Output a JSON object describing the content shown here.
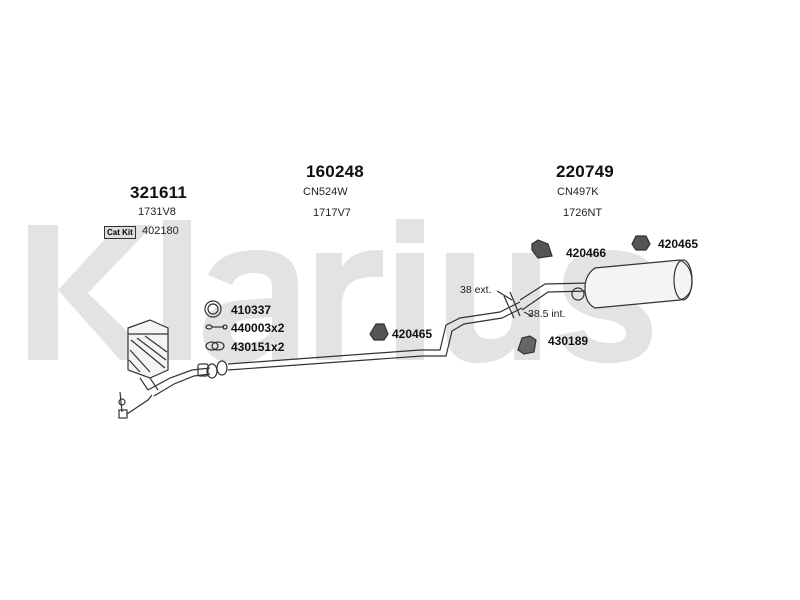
{
  "brand": {
    "watermark": "Klarius"
  },
  "assemblies": [
    {
      "part_number": "321611",
      "oem_code": "1731V8",
      "cat_kit_label": "Cat Kit",
      "cat_kit_number": "402180"
    },
    {
      "part_number": "160248",
      "oem_code_1": "CN524W",
      "oem_code_2": "1717V7"
    },
    {
      "part_number": "220749",
      "oem_code_1": "CN497K",
      "oem_code_2": "1726NT"
    }
  ],
  "fittings": [
    {
      "ref": "410337"
    },
    {
      "ref": "440003x2"
    },
    {
      "ref": "430151x2"
    },
    {
      "ref": "420465"
    },
    {
      "ref": "420466"
    },
    {
      "ref": "420465"
    },
    {
      "ref": "430189"
    }
  ],
  "dimensions": {
    "ext": "38 ext.",
    "int": "38.5 int."
  },
  "colors": {
    "watermark": "#e3e3e3",
    "line": "#333333",
    "background": "#ffffff"
  }
}
